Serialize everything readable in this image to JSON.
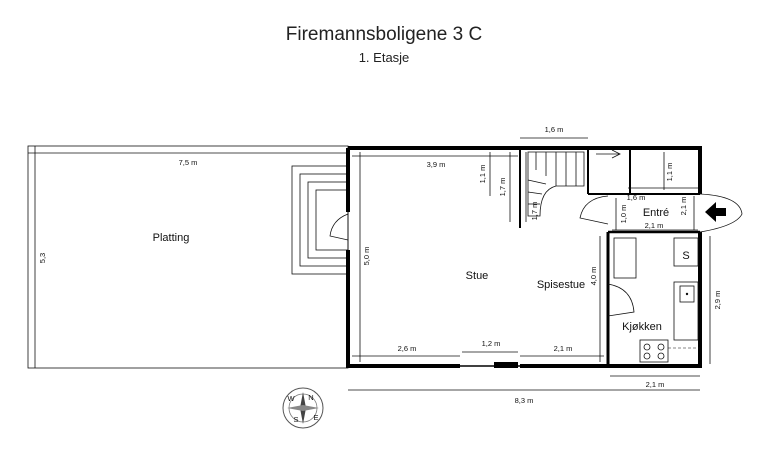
{
  "title": "Firemannsboligene 3 C",
  "subtitle": "1. Etasje",
  "rooms": {
    "platting": "Platting",
    "stue": "Stue",
    "spisestue": "Spisestue",
    "entre": "Entré",
    "kjokken": "Kjøkken",
    "s": "S"
  },
  "dimensions": {
    "platting_width": "7,5 m",
    "platting_height": "5,3",
    "stue_top": "3,9 m",
    "stue_left": "5,0 m",
    "stair_top": "1,6 m",
    "stair_h1": "1,1 m",
    "stair_h2": "1,7 m",
    "stair_h3": "1,7 m",
    "entre_width": "1,6 m",
    "entre_h1": "1,1 m",
    "entre_h2": "1,0 m",
    "entre_h3": "2,1 m",
    "entre_bottom": "2,1 m",
    "spisestue_height": "4,0 m",
    "bottom_left": "2,6 m",
    "bottom_mid": "1,2 m",
    "bottom_right": "2,1 m",
    "kitchen_height": "2,9 m",
    "kitchen_width": "2,1 m",
    "total_width": "8,3 m"
  },
  "compass": {
    "n": "N",
    "s": "S",
    "e": "E",
    "w": "W"
  },
  "entrance_icon": "arrow-left-icon"
}
